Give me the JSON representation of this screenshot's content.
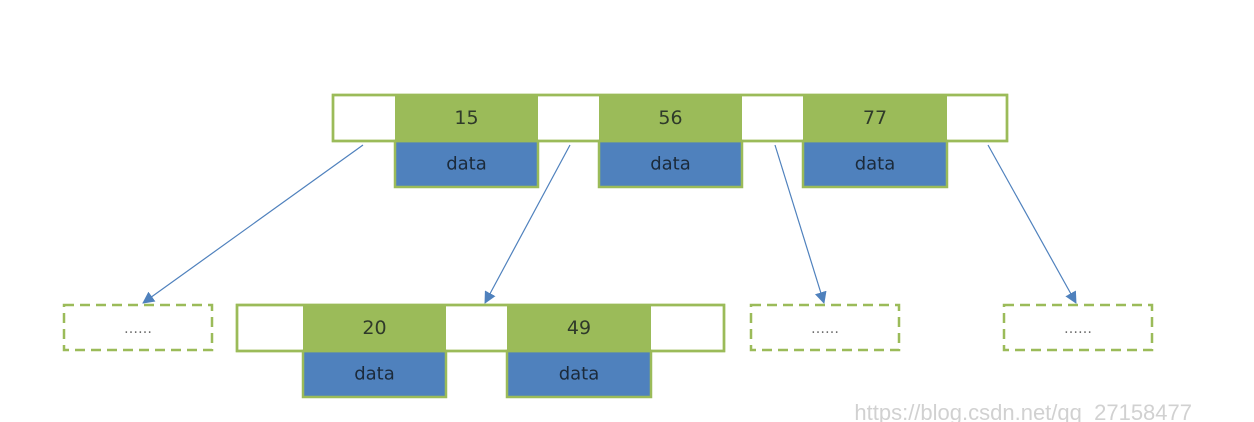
{
  "colors": {
    "key_fill": "#9bbb59",
    "data_fill": "#4f81bd",
    "node_border": "#9bbb59",
    "arrow": "#4f81bd",
    "placeholder_border": "#9bbb59"
  },
  "root": {
    "keys": [
      "15",
      "56",
      "77"
    ],
    "data_label": "data"
  },
  "child": {
    "keys": [
      "20",
      "49"
    ],
    "data_label": "data"
  },
  "placeholders": [
    "……",
    "……",
    "……"
  ],
  "watermark": "https://blog.csdn.net/qq_27158477"
}
